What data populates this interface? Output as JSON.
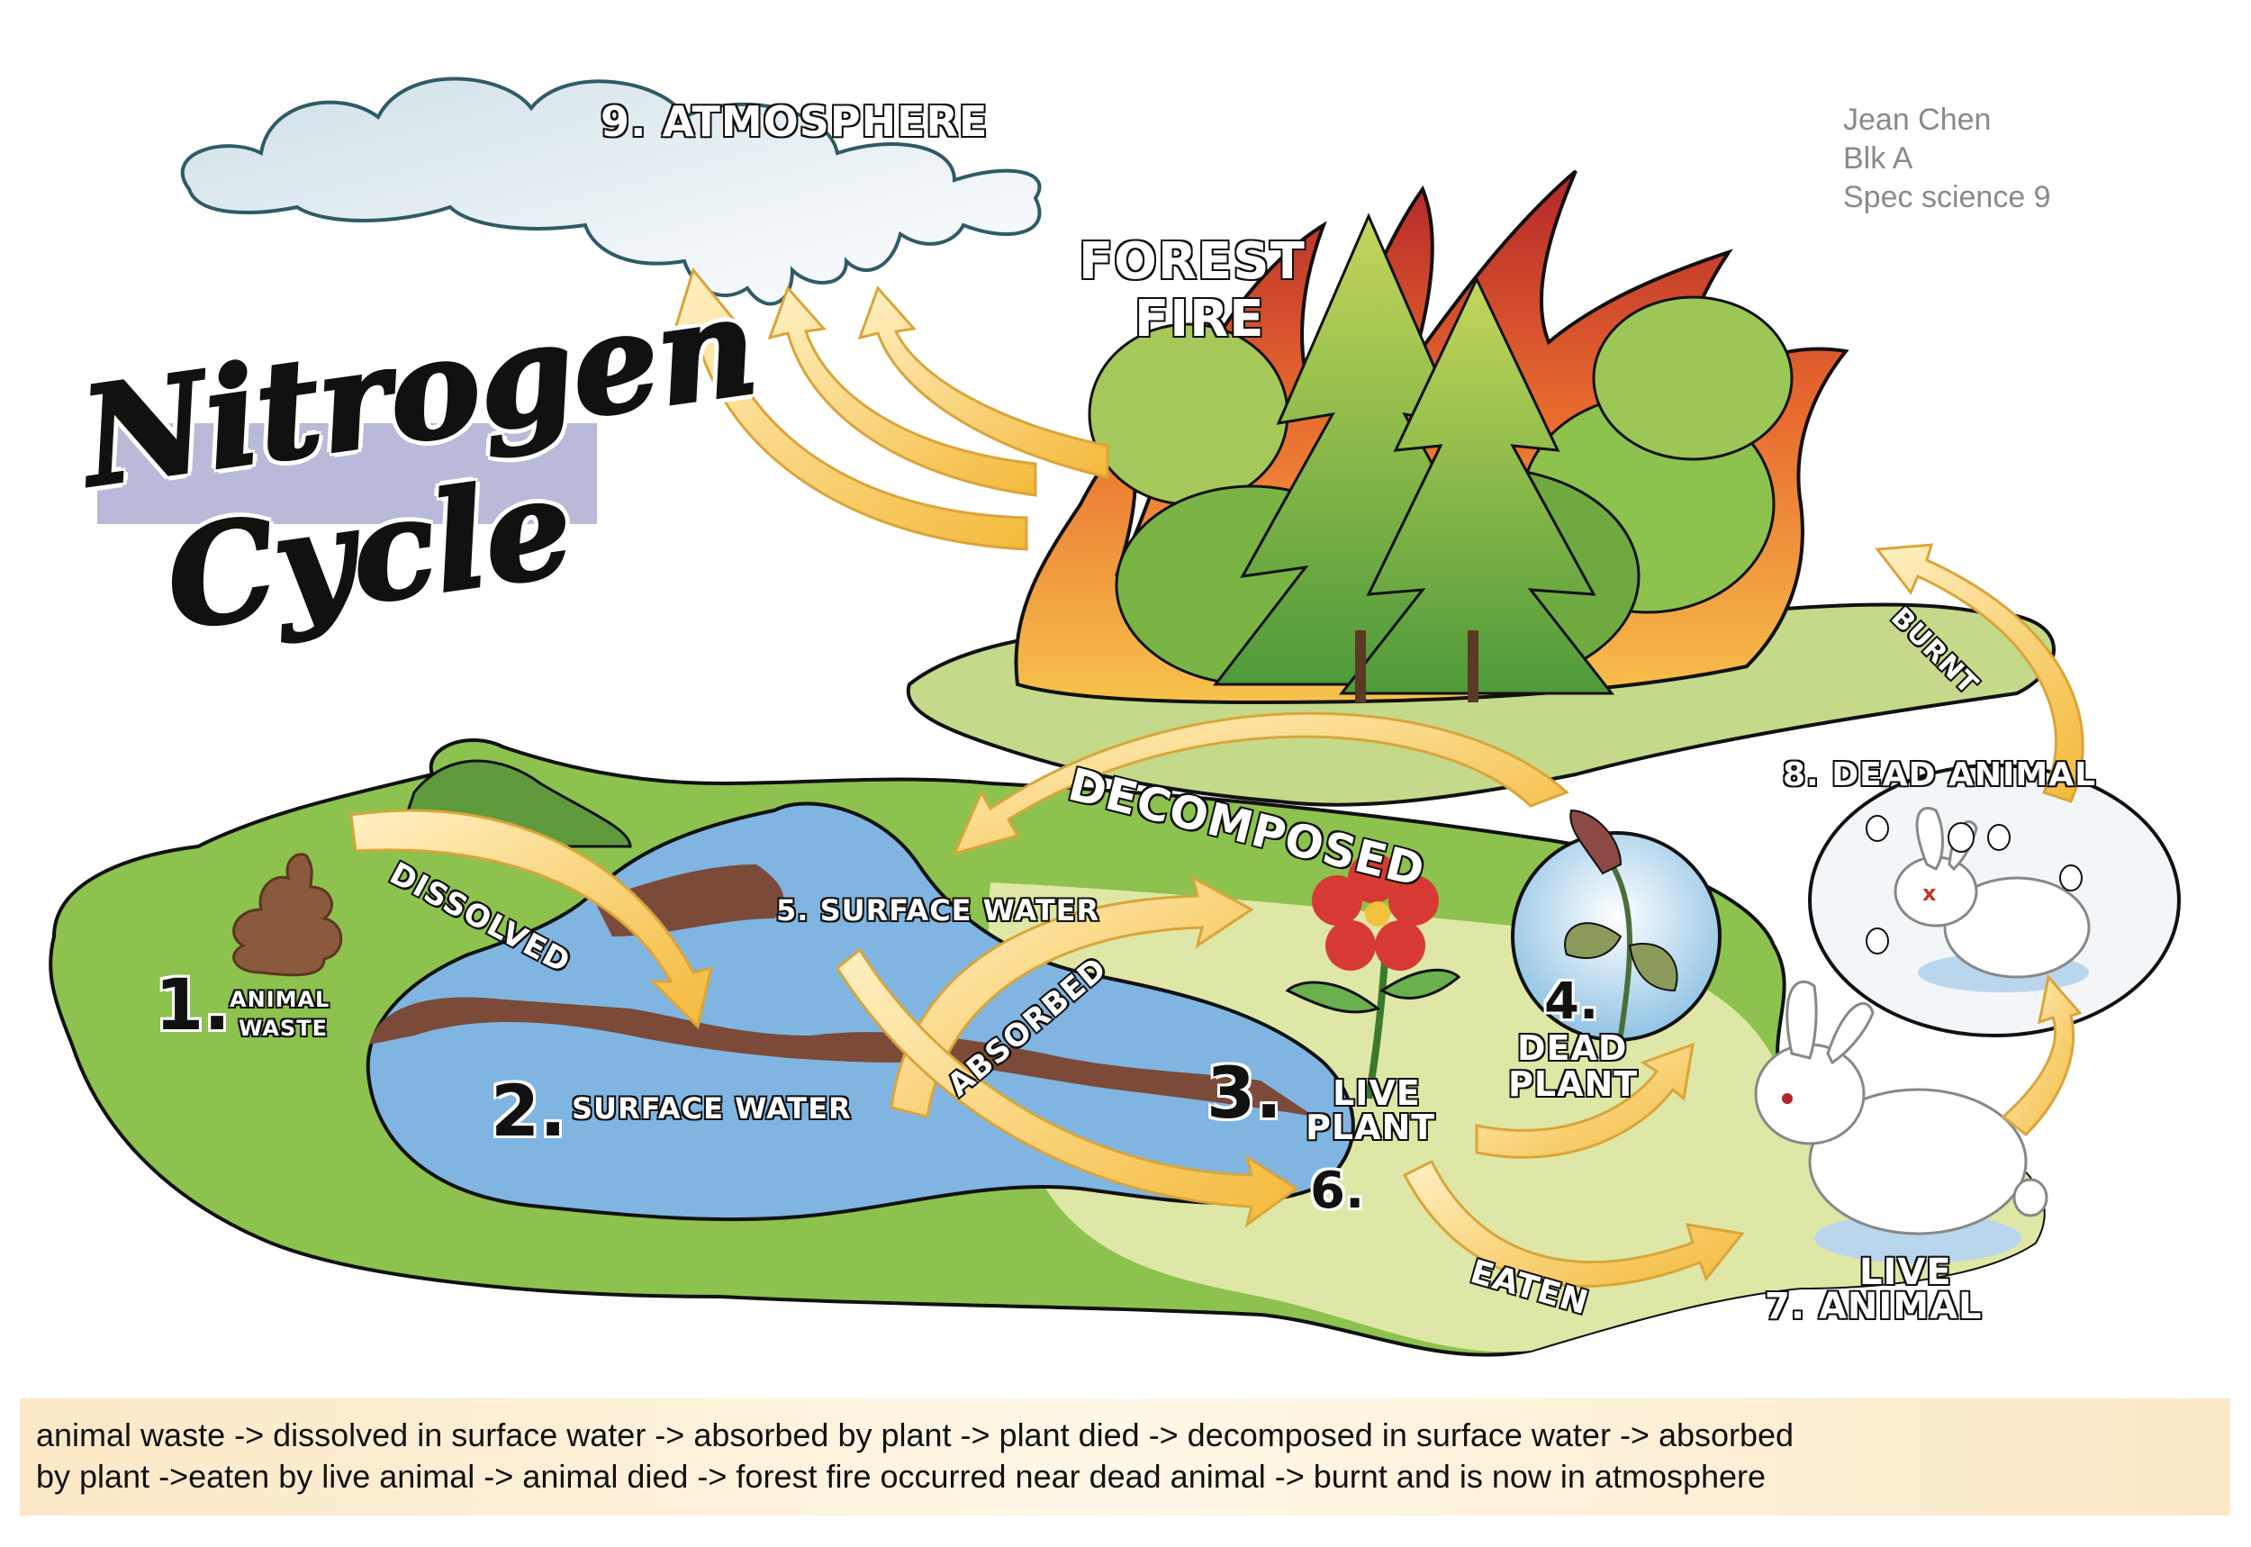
{
  "title": {
    "line1": "Nitrogen",
    "line2": "Cycle"
  },
  "byline": {
    "name": "Jean Chen",
    "block": "Blk A",
    "course": "Spec science 9"
  },
  "header": {
    "atmosphere": "9. ATMOSPHERE",
    "forest_fire": [
      "FOREST",
      "FIRE"
    ]
  },
  "steps": {
    "s1_num": "1.",
    "s1_label": [
      "ANIMAL",
      "WASTE"
    ],
    "s2_num": "2.",
    "s2_label": "SURFACE WATER",
    "s3_num": "3.",
    "s3_label": [
      "LIVE",
      "PLANT"
    ],
    "s4_num": "4.",
    "s4_label": [
      "DEAD",
      "PLANT"
    ],
    "s5_label": "5. SURFACE WATER",
    "s6_num": "6.",
    "s7_label": [
      "LIVE",
      "7. ANIMAL"
    ],
    "s8_label": "8. DEAD ANIMAL"
  },
  "arrows": {
    "dissolved": "DISSOLVED",
    "absorbed": "ABSORBED",
    "decomposed": "DECOMPOSED",
    "eaten": "EATEN",
    "burnt": "BURNT"
  },
  "summary": {
    "line1": "animal waste -> dissolved in surface water -> absorbed by plant -> plant died -> decomposed in surface water -> absorbed",
    "line2": "by plant ->eaten by live animal -> animal died -> forest fire occurred near dead animal -> burnt and is now in atmosphere"
  },
  "colors": {
    "grass": "#8cc24d",
    "grass_light": "#dfe7a6",
    "water": "#7fb5e0",
    "mud": "#7b4a38",
    "arrow": "#f6c250",
    "flame": "#d9452c",
    "sky": "#e9f1f5",
    "title_band": "#b9b9d9"
  },
  "icons": [
    "poop-icon",
    "flower-icon",
    "wilted-flower-icon",
    "rabbit-icon",
    "dead-rabbit-icon",
    "skull-icon",
    "tree-icon",
    "flame-icon",
    "cloud-icon"
  ]
}
